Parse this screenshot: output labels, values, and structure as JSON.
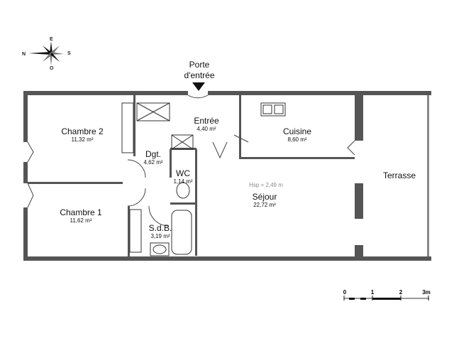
{
  "entrance": {
    "label_line1": "Porte",
    "label_line2": "d'entrée"
  },
  "compass": {
    "north": "N",
    "east": "E",
    "south": "S",
    "west": "O"
  },
  "rooms": [
    {
      "name": "Chambre 2",
      "area": "11,32 m²"
    },
    {
      "name": "Dgt.",
      "area": "4,62 m²"
    },
    {
      "name": "Entrée",
      "area": "4,40 m²"
    },
    {
      "name": "Cuisine",
      "area": "8,60 m²"
    },
    {
      "name": "WC",
      "area": "1,14 m²"
    },
    {
      "name": "Séjour",
      "area": "22,72 m²"
    },
    {
      "name": "Chambre 1",
      "area": "11,62 m²"
    },
    {
      "name": "S.d.B.",
      "area": "3,19 m²"
    },
    {
      "name": "Terrasse",
      "area": ""
    }
  ],
  "ceiling_height": "Hsp = 2,49 m",
  "scale_bar": {
    "ticks": [
      "0",
      "1",
      "2",
      "3m"
    ]
  },
  "colors": {
    "wall": "#555555",
    "fixture": "#333333"
  }
}
